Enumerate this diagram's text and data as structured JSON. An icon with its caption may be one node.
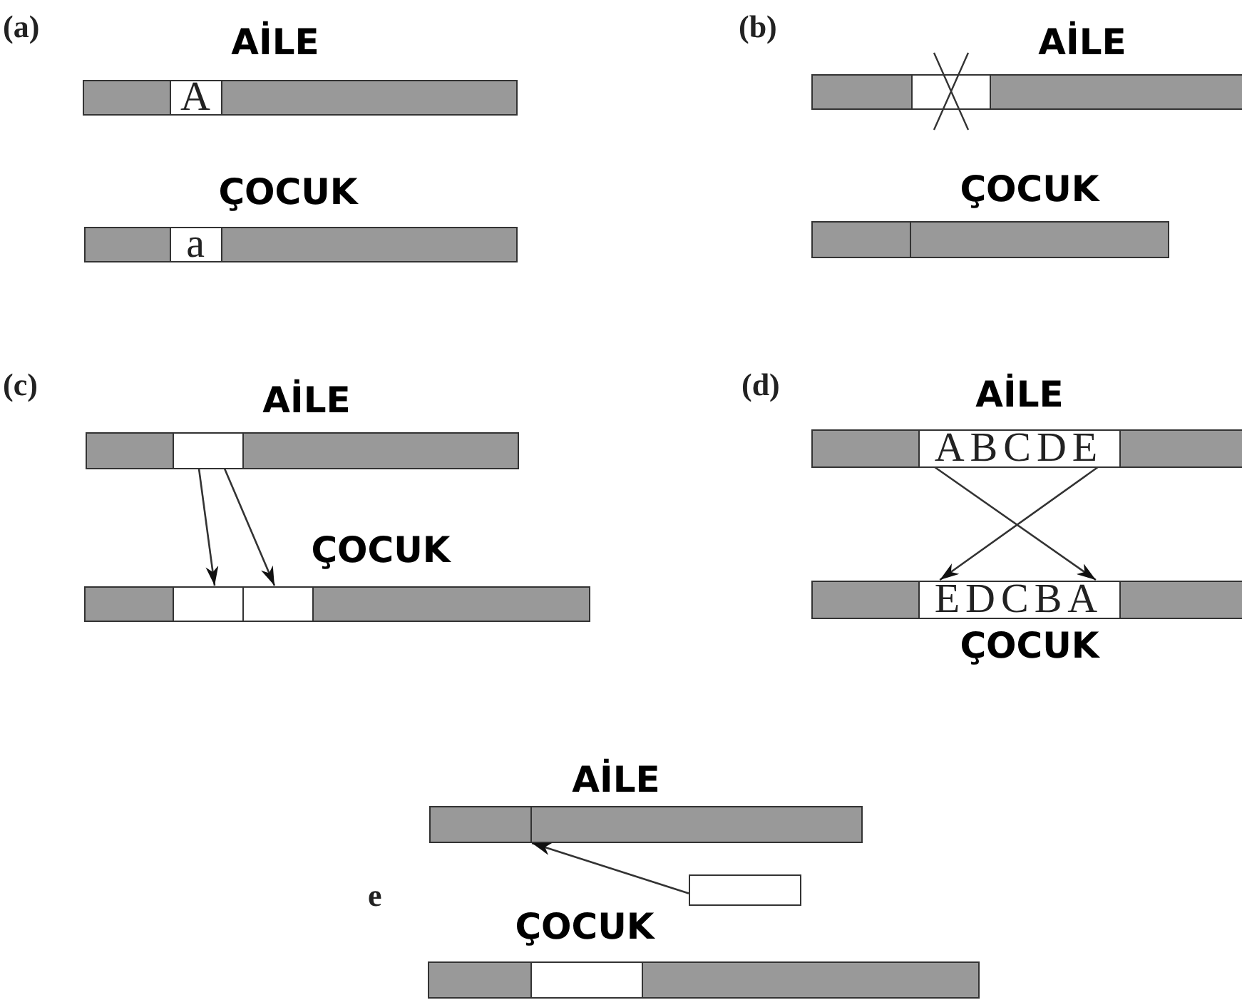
{
  "diagram": {
    "nodes": [
      {
        "text": [
          "AİLE"
        ]
      },
      {
        "text": [
          "A"
        ],
        "in": 0
      },
      {
        "text": [
          "ÇOCUK"
        ]
      },
      {
        "text": [
          "a"
        ],
        "in": 2
      },
      {
        "text": [
          "AİLE"
        ]
      },
      {
        "text": [],
        "shape": "box",
        "in": 4
      },
      {
        "text": [
          "ÇOCUK"
        ]
      },
      {
        "text": [
          "AİLE"
        ]
      },
      {
        "text": [],
        "shape": "box",
        "in": 7
      },
      {
        "text": [
          "ÇOCUK"
        ]
      },
      {
        "text": [],
        "shape": "box",
        "in": 9
      },
      {
        "text": [],
        "shape": "box",
        "in": 9
      },
      {
        "text": [
          "AİLE"
        ]
      },
      {
        "text": [
          "ABCDE"
        ],
        "in": 12
      },
      {
        "text": [
          "ÇOCUK"
        ]
      },
      {
        "text": [
          "EDCBA"
        ],
        "in": 14
      },
      {
        "text": [
          "AİLE"
        ]
      },
      {
        "text": [],
        "shape": "box"
      },
      {
        "text": [
          "ÇOCUK"
        ]
      },
      {
        "text": [],
        "shape": "box",
        "in": 18
      }
    ],
    "edges": [
      {
        "from": 8,
        "to": 10,
        "arrow": "to"
      },
      {
        "from": 8,
        "to": 11,
        "arrow": "to"
      },
      {
        "from": 13,
        "to": 15,
        "arrow": "to"
      },
      {
        "from": 13,
        "to": 15,
        "arrow": "to"
      },
      {
        "from": 17,
        "to": 16,
        "arrow": "to"
      }
    ],
    "labels": [
      "(a)",
      "(b)",
      "(c)",
      "(d)",
      "e"
    ]
  }
}
